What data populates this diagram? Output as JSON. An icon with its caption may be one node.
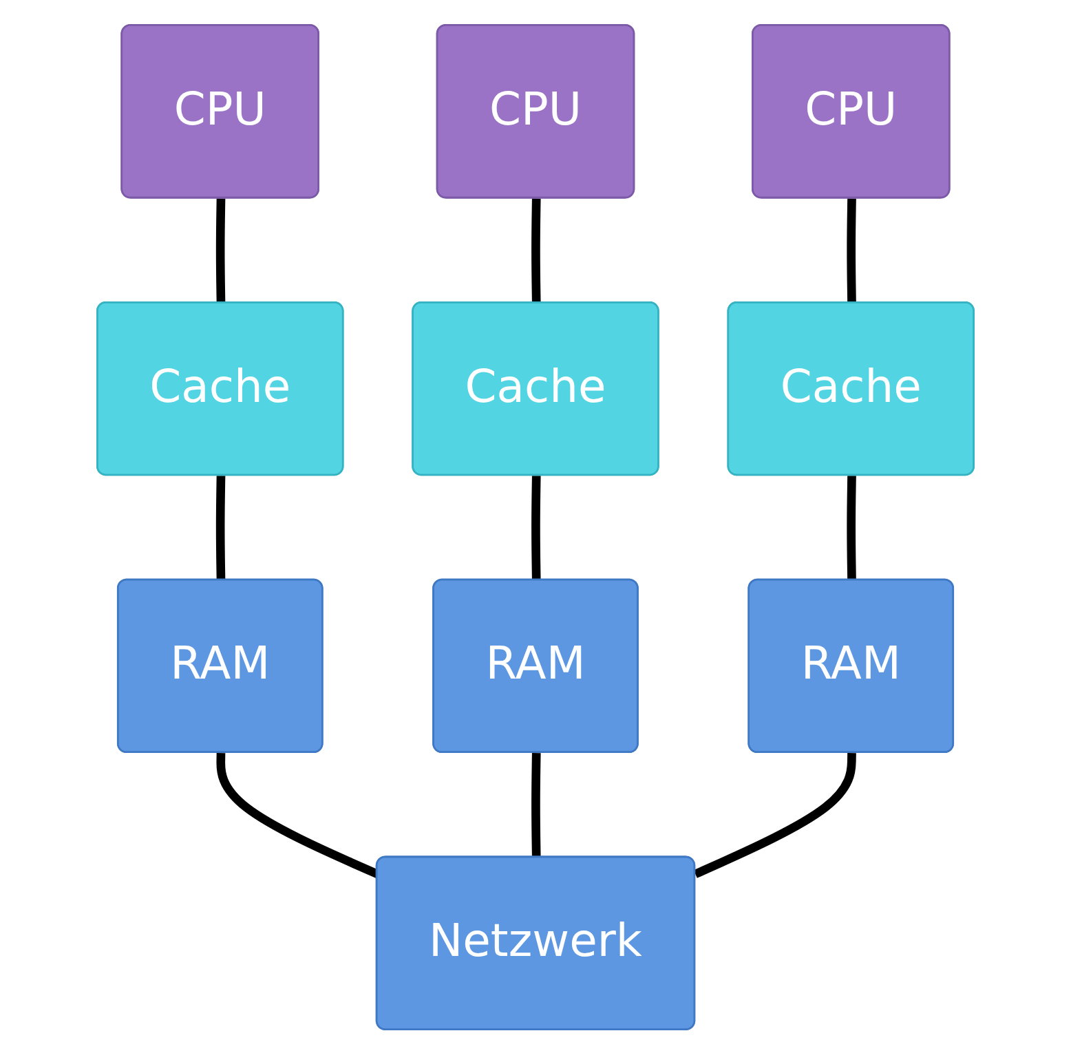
{
  "diagram": {
    "nodes": [
      {
        "text": [
          "CPU"
        ]
      },
      {
        "text": [
          "CPU"
        ]
      },
      {
        "text": [
          "CPU"
        ]
      },
      {
        "text": [
          "Cache"
        ]
      },
      {
        "text": [
          "Cache"
        ]
      },
      {
        "text": [
          "Cache"
        ]
      },
      {
        "text": [
          "RAM"
        ]
      },
      {
        "text": [
          "RAM"
        ]
      },
      {
        "text": [
          "RAM"
        ]
      },
      {
        "text": [
          "Netzwerk"
        ]
      }
    ],
    "edges": [
      {
        "from": 0,
        "to": 3,
        "arrow": "none"
      },
      {
        "from": 1,
        "to": 4,
        "arrow": "none"
      },
      {
        "from": 2,
        "to": 5,
        "arrow": "none"
      },
      {
        "from": 3,
        "to": 6,
        "arrow": "none"
      },
      {
        "from": 4,
        "to": 7,
        "arrow": "none"
      },
      {
        "from": 5,
        "to": 8,
        "arrow": "none"
      },
      {
        "from": 6,
        "to": 9,
        "arrow": "none"
      },
      {
        "from": 7,
        "to": 9,
        "arrow": "none"
      },
      {
        "from": 8,
        "to": 9,
        "arrow": "none"
      }
    ]
  }
}
